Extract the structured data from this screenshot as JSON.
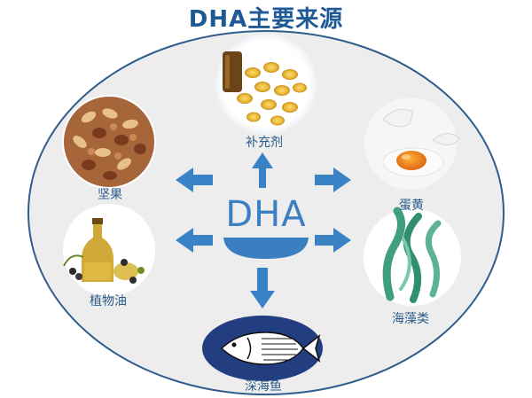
{
  "title": "DHA主要来源",
  "center_label": "DHA",
  "sources": {
    "supplement": "补充剂",
    "nuts": "坚果",
    "egg_yolk": "蛋黄",
    "vegetable_oil": "植物油",
    "seaweed": "海藻类",
    "deep_sea_fish": "深海鱼"
  },
  "colors": {
    "title": "#1f5a96",
    "label": "#2b5c8a",
    "arrow": "#3a82c6",
    "ellipse_fill": "#ededed",
    "ellipse_stroke": "#2f5d8e",
    "center": "#3a7fc2",
    "fish_badge": "#233e80"
  },
  "icons": {
    "supplement": "fish-oil-capsules-icon",
    "nuts": "mixed-nuts-icon",
    "egg_yolk": "cracked-egg-yolk-icon",
    "vegetable_oil": "olive-oil-bottle-icon",
    "seaweed": "seaweed-icon",
    "deep_sea_fish": "fish-icon"
  }
}
